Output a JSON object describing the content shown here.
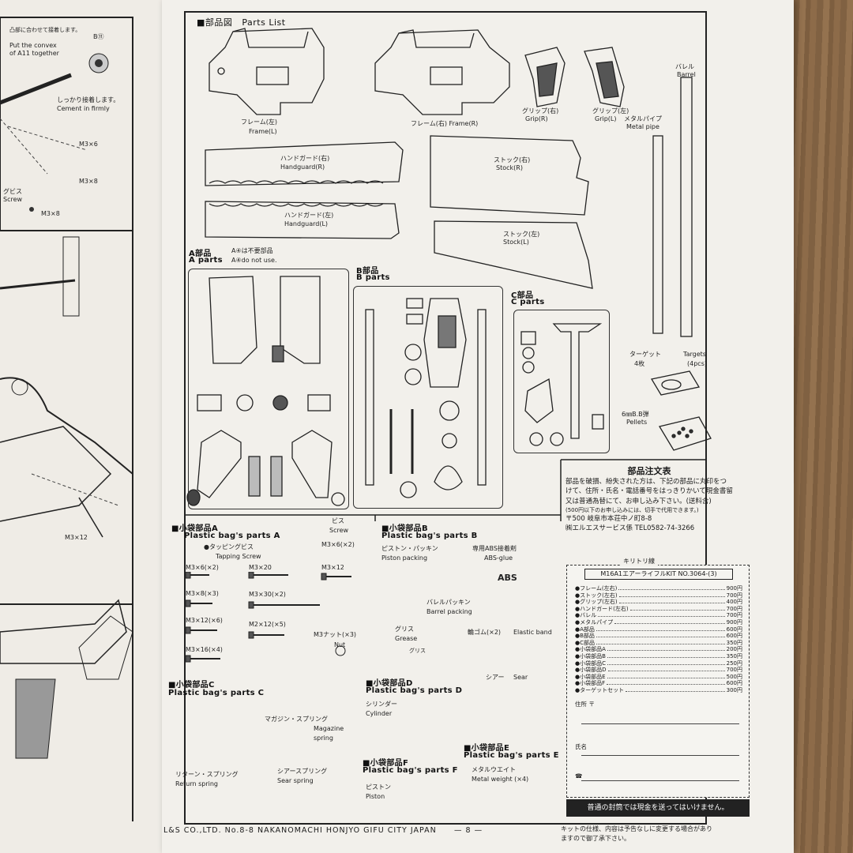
{
  "left_page": {
    "note_jp": "凸部に合わせて接着します。",
    "note_en1": "Put the convex",
    "note_en2": "of A11 together",
    "part_b11": "B⑪",
    "cement_jp": "しっかり接着します。",
    "cement_en": "Cement in firmly",
    "m3x6": "M3×6",
    "m3x8a": "M3×8",
    "screw_jp": "グビス",
    "screw_en": "Screw",
    "m3x8b": "M3×8",
    "m3x12": "M3×12"
  },
  "header": {
    "title_jp": "■部品図",
    "title_en": "Parts List"
  },
  "parts": {
    "frame_l_jp": "フレーム(左)",
    "frame_l_en": "Frame(L)",
    "frame_r": "フレーム(右) Frame(R)",
    "grip_r_jp": "グリップ(右)",
    "grip_r_en": "Grip(R)",
    "grip_l_jp": "グリップ(左)",
    "grip_l_en": "Grip(L)",
    "metal_pipe_jp": "メタルパイプ",
    "metal_pipe_en": "Metal pipe",
    "barrel_jp": "バレル",
    "barrel_en": "Barrel",
    "handguard_r_jp": "ハンドガード(右)",
    "handguard_r_en": "Handguard(R)",
    "handguard_l_jp": "ハンドガード(左)",
    "handguard_l_en": "Handguard(L)",
    "stock_r_jp": "ストック(右)",
    "stock_r_en": "Stock(R)",
    "stock_l_jp": "ストック(左)",
    "stock_l_en": "Stock(L)",
    "a_parts_jp": "A部品",
    "a_parts_en": "A parts",
    "a4_note_jp": "A④は不要部品",
    "a4_note_en": "A④do not use.",
    "b_parts_jp": "B部品",
    "b_parts_en": "B parts",
    "c_parts_jp": "C部品",
    "c_parts_en": "C parts",
    "targets_jp": "ターゲット",
    "targets_count_jp": "4枚",
    "targets_en": "Targets",
    "targets_count_en": "(4pcs)",
    "pellets_jp": "6㎜B.B弾",
    "pellets_en": "Pellets"
  },
  "bag_a": {
    "title_jp": "■小袋部品A",
    "title_en": "Plastic bag's parts A",
    "tapping_jp": "●タッピングビス",
    "tapping_en": "Tapping Screw",
    "screw_jp": "ビス",
    "screw_en": "Screw",
    "items": [
      "M3×6(×2)",
      "M3×20",
      "M3×6(×2)",
      "M3×12",
      "M3×8(×3)",
      "M3×30(×2)",
      "M3×12(×6)",
      "M2×12(×5)",
      "M3ナット(×3)",
      "M3×16(×4)"
    ],
    "nut_en": "Nut"
  },
  "bag_b": {
    "title_jp": "■小袋部品B",
    "title_en": "Plastic bag's parts B",
    "piston_packing_jp": "ピストン・パッキン",
    "piston_packing_en": "Piston packing",
    "abs_glue_jp": "専用ABS接着剤",
    "abs_glue_en": "ABS-glue",
    "abs_label": "ABS",
    "barrel_packing_jp": "バレルパッキン",
    "barrel_packing_en": "Barrel packing",
    "grease_jp": "グリス",
    "grease_en": "Grease",
    "grease_label": "グリス",
    "band_jp": "輪ゴム(×2)",
    "band_en": "Elastic band"
  },
  "bag_c": {
    "title_jp": "■小袋部品C",
    "title_en": "Plastic bag's parts C",
    "mag_spring_jp": "マガジン・スプリング",
    "mag_spring_en1": "Magazine",
    "mag_spring_en2": "spring",
    "return_spring_jp": "リターン・スプリング",
    "return_spring_en": "Return spring",
    "sear_spring_jp": "シアースプリング",
    "sear_spring_en": "Sear spring"
  },
  "bag_d": {
    "title_jp": "■小袋部品D",
    "title_en": "Plastic bag's parts D",
    "cylinder_jp": "シリンダー",
    "cylinder_en": "Cylinder",
    "sear_jp": "シアー",
    "sear_en": "Sear"
  },
  "bag_e": {
    "title_jp": "■小袋部品E",
    "title_en": "Plastic bag's parts E",
    "weight_jp": "メタルウエイト",
    "weight_en": "Metal weight (×4)"
  },
  "bag_f": {
    "title_jp": "■小袋部品F",
    "title_en": "Plastic bag's parts F",
    "piston_jp": "ピストン",
    "piston_en": "Piston"
  },
  "order": {
    "title": "部品注文表",
    "body": "部品を破損、紛失された方は、下記の部品に丸印をつけて、住所・氏名・電話番号をはっきりかいて現金書留又は普通為替にて、お申し込み下さい。(送料含)",
    "note": "(500円以下のお申し込みには、切手で代用できます。)",
    "address": "〒500 岐阜市本荘中ノ町8-8",
    "company": "㈱エルエスサービス係 TEL0582-74-3266",
    "cut_line": "キリトリ線",
    "kit_name": "M16A1エアーライフルKIT NO.3064-(3)",
    "prices": [
      {
        "name": "●フレーム(左右)",
        "price": "900円"
      },
      {
        "name": "●ストック(左右)",
        "price": "700円"
      },
      {
        "name": "●グリップ(左右)",
        "price": "400円"
      },
      {
        "name": "●ハンドガード(左右)",
        "price": "700円"
      },
      {
        "name": "●バレル",
        "price": "700円"
      },
      {
        "name": "●メタルパイプ",
        "price": "900円"
      },
      {
        "name": "●A部品",
        "price": "600円"
      },
      {
        "name": "●B部品",
        "price": "600円"
      },
      {
        "name": "●C部品",
        "price": "350円"
      },
      {
        "name": "●小袋部品A",
        "price": "200円"
      },
      {
        "name": "●小袋部品B",
        "price": "350円"
      },
      {
        "name": "●小袋部品C",
        "price": "250円"
      },
      {
        "name": "●小袋部品D",
        "price": "700円"
      },
      {
        "name": "●小袋部品E",
        "price": "500円"
      },
      {
        "name": "●小袋部品F",
        "price": "600円"
      },
      {
        "name": "●ターゲットセット",
        "price": "300円"
      }
    ],
    "address_label": "住所 〒",
    "name_label": "氏名",
    "tel_label": "☎",
    "warning": "普通の封筒では現金を送ってはいけません。"
  },
  "footer": {
    "company": "L&S CO.,LTD. No.8-8 NAKANOMACHI HONJYO GIFU CITY JAPAN",
    "page": "— 8 —",
    "disclaimer1": "キットの仕様、内容は予告なしに変更する場合があり",
    "disclaimer2": "ますので御了承下さい。"
  }
}
